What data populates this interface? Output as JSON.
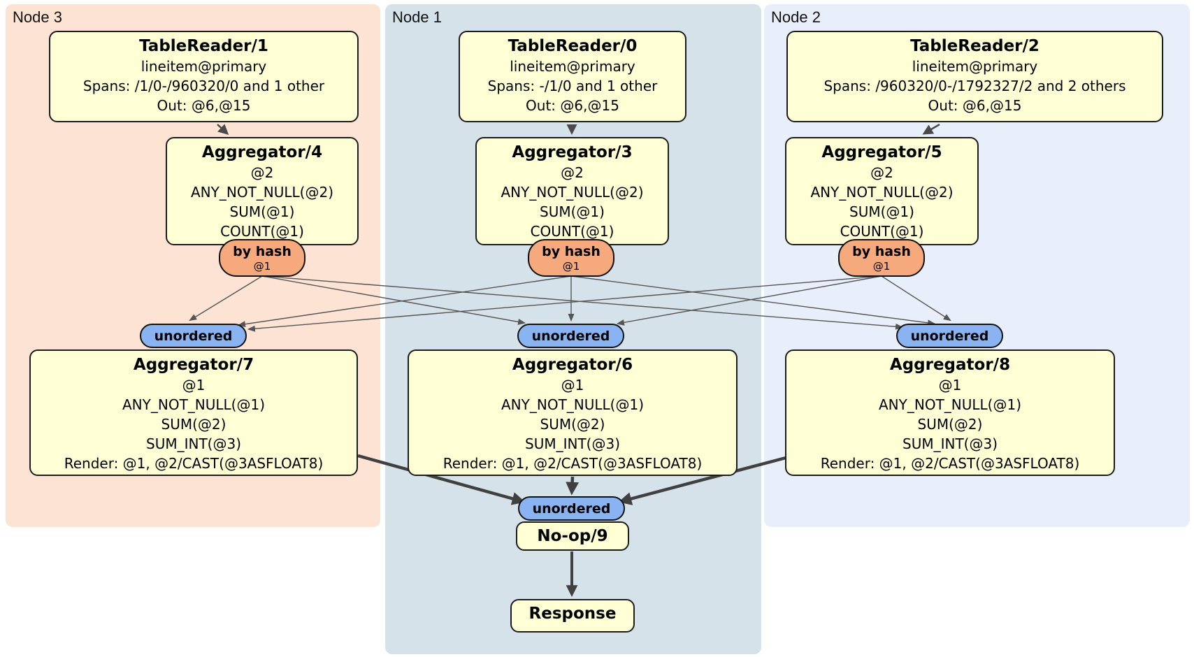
{
  "nodes": {
    "node3": {
      "label": "Node 3"
    },
    "node1": {
      "label": "Node 1"
    },
    "node2": {
      "label": "Node 2"
    }
  },
  "processors": {
    "tr1": {
      "title": "TableReader/1",
      "lines": [
        "lineitem@primary",
        "Spans: /1/0-/960320/0 and 1 other",
        "Out: @6,@15"
      ]
    },
    "tr0": {
      "title": "TableReader/0",
      "lines": [
        "lineitem@primary",
        "Spans: -/1/0 and 1 other",
        "Out: @6,@15"
      ]
    },
    "tr2": {
      "title": "TableReader/2",
      "lines": [
        "lineitem@primary",
        "Spans: /960320/0-/1792327/2 and 2 others",
        "Out: @6,@15"
      ]
    },
    "agg4": {
      "title": "Aggregator/4",
      "lines": [
        "@2",
        "ANY_NOT_NULL(@2)",
        "SUM(@1)",
        "COUNT(@1)"
      ]
    },
    "agg3": {
      "title": "Aggregator/3",
      "lines": [
        "@2",
        "ANY_NOT_NULL(@2)",
        "SUM(@1)",
        "COUNT(@1)"
      ]
    },
    "agg5": {
      "title": "Aggregator/5",
      "lines": [
        "@2",
        "ANY_NOT_NULL(@2)",
        "SUM(@1)",
        "COUNT(@1)"
      ]
    },
    "agg7": {
      "title": "Aggregator/7",
      "lines": [
        "@1",
        "ANY_NOT_NULL(@1)",
        "SUM(@2)",
        "SUM_INT(@3)",
        "Render: @1, @2/CAST(@3ASFLOAT8)"
      ]
    },
    "agg6": {
      "title": "Aggregator/6",
      "lines": [
        "@1",
        "ANY_NOT_NULL(@1)",
        "SUM(@2)",
        "SUM_INT(@3)",
        "Render: @1, @2/CAST(@3ASFLOAT8)"
      ]
    },
    "agg8": {
      "title": "Aggregator/8",
      "lines": [
        "@1",
        "ANY_NOT_NULL(@1)",
        "SUM(@2)",
        "SUM_INT(@3)",
        "Render: @1, @2/CAST(@3ASFLOAT8)"
      ]
    },
    "noop": {
      "title": "No-op/9"
    },
    "response": {
      "title": "Response"
    }
  },
  "routers": {
    "by_hash": {
      "label": "by hash",
      "sub": "@1"
    },
    "unordered": {
      "label": "unordered"
    }
  },
  "colors": {
    "node3_bg": "#fce3d3",
    "node1_bg": "#d5e2e9",
    "node2_bg": "#e9effa",
    "processor_bg": "#ffffd6",
    "processor_border": "#1c1c1c",
    "hash_router_bg": "#f5a97c",
    "unordered_bg": "#8ab3f2",
    "edge_thin": "#555555",
    "edge_medium": "#4a4a4a",
    "edge_thick": "#404040"
  }
}
